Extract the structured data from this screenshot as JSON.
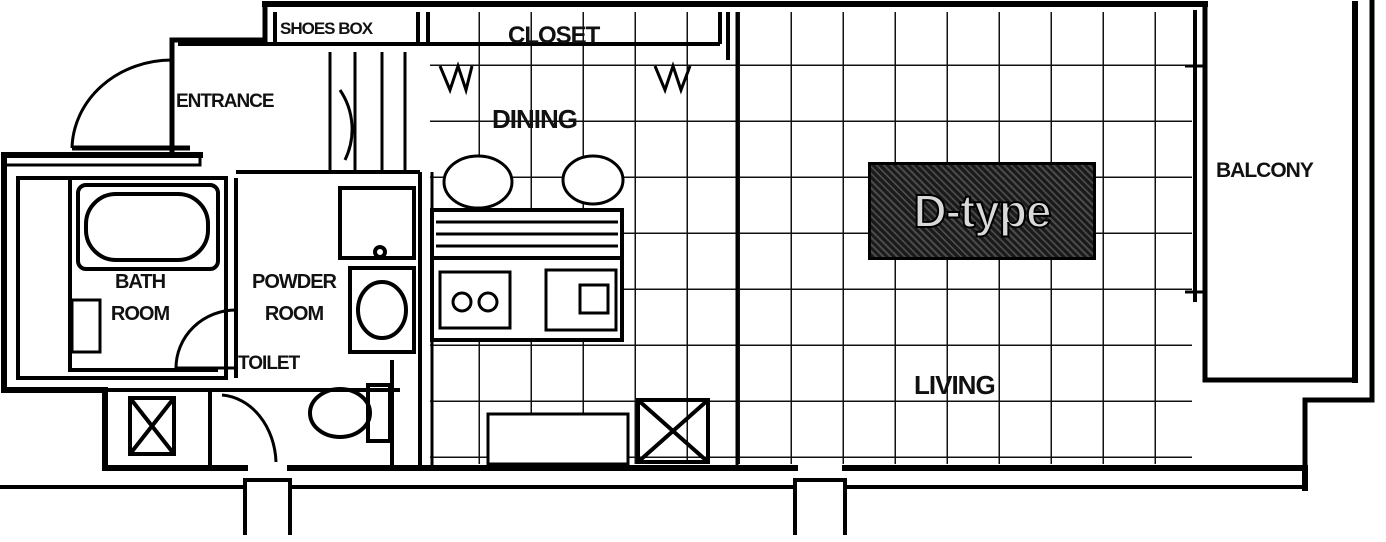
{
  "rooms": {
    "shoes_box": "SHOES BOX",
    "closet": "CLOSET",
    "entrance": "ENTRANCE",
    "dining": "DINING",
    "bath_room_line1": "BATH",
    "bath_room_line2": "ROOM",
    "powder_room_line1": "POWDER",
    "powder_room_line2": "ROOM",
    "toilet": "TOILET",
    "living": "LIVING",
    "balcony": "BALCONY"
  },
  "type_badge": "D-type"
}
